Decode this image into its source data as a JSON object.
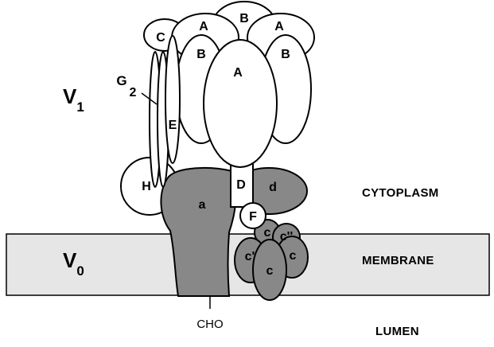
{
  "domains": {
    "v1": {
      "main": "V",
      "sub": "1"
    },
    "v0": {
      "main": "V",
      "sub": "0"
    }
  },
  "regions": {
    "cytoplasm": "CYTOPLASM",
    "membrane": "MEMBRANE",
    "lumen": "LUMEN"
  },
  "subunits": {
    "b_top": "B",
    "a_top_left": "A",
    "a_top_right": "A",
    "c_upper": "C",
    "b_left": "B",
    "a_center": "A",
    "b_right": "B",
    "g2_main": "G",
    "g2_sub": "2",
    "e": "E",
    "h": "H",
    "a_lower": "a",
    "d_upper": "D",
    "d_lower": "d",
    "f": "F",
    "c_ring_1": "c",
    "c_ring_2": "c''",
    "c_ring_3": "c'",
    "c_ring_4": "c",
    "c_ring_5": "c"
  },
  "glycosylation": "CHO",
  "colors": {
    "membrane_fill": "#e6e6e6",
    "v0_subunit_fill": "#888888",
    "v1_subunit_fill": "#ffffff",
    "outline": "#000000"
  }
}
